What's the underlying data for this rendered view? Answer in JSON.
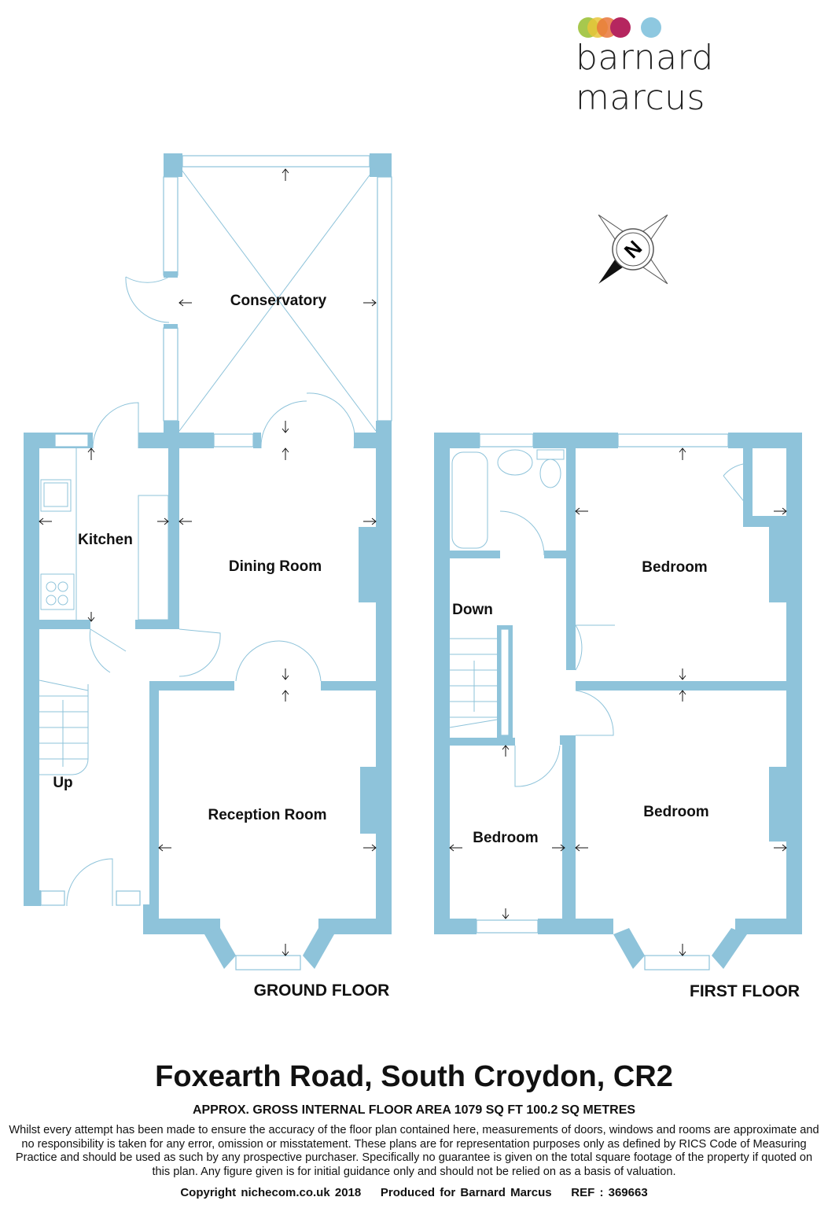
{
  "logo": {
    "text": "barnard marcus",
    "dot_colors": [
      "#9dc23b",
      "#e8c53a",
      "#e9773a",
      "#b5265f",
      "#8ec8e0"
    ]
  },
  "rooms": {
    "conservatory": "Conservatory",
    "kitchen": "Kitchen",
    "dining_room": "Dining Room",
    "reception_room": "Reception Room",
    "up": "Up",
    "down": "Down",
    "bedroom_1": "Bedroom",
    "bedroom_2": "Bedroom",
    "bedroom_3": "Bedroom"
  },
  "floors": {
    "ground": "GROUND FLOOR",
    "first": "FIRST FLOOR"
  },
  "compass": {
    "label": "N"
  },
  "footer": {
    "title": "Foxearth Road, South Croydon, CR2",
    "area": "APPROX. GROSS INTERNAL FLOOR AREA 1079 SQ FT 100.2 SQ METRES",
    "disclaimer": "Whilst every attempt has been made to ensure the accuracy of the floor plan contained here, measurements of doors, windows and rooms are approximate and no responsibility is taken for any error, omission or misstatement. These plans are for representation purposes only as defined by RICS Code of Measuring Practice and should be used as such by any prospective purchaser.  Specifically no guarantee is given on the total square footage of the property if quoted on this plan. Any figure given is for initial guidance only and should not be relied on as a basis of valuation.",
    "copyright": "Copyright nichecom.co.uk 2018    Produced for Barnard Marcus    REF : 369663"
  },
  "colors": {
    "wall": "#8ec3da"
  }
}
